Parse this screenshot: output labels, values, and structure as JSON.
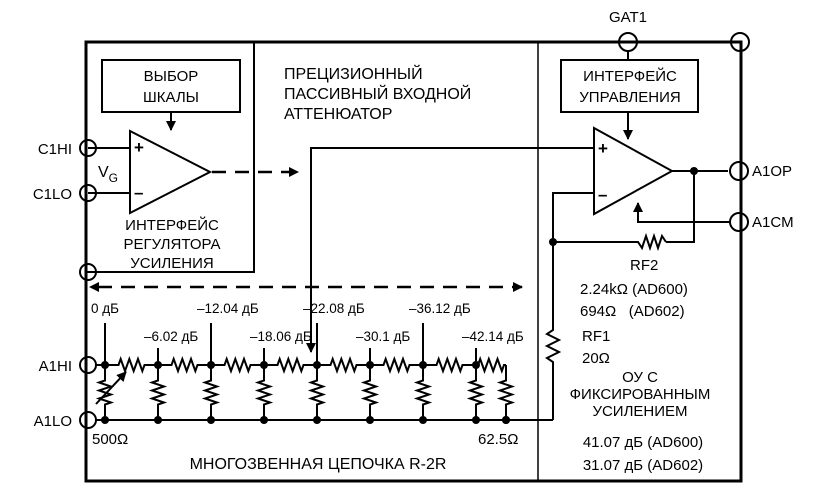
{
  "pins": {
    "gat1": "GAT1",
    "c1hi": "C1HI",
    "c1lo": "C1LO",
    "a1hi": "A1HI",
    "a1lo": "A1LO",
    "a1op": "A1OP",
    "a1cm": "A1CM"
  },
  "blocks": {
    "scale_select": [
      "ВЫБОР",
      "ШКАЛЫ"
    ],
    "attenuator_title": [
      "ПРЕЦИЗИОННЫЙ",
      "ПАССИВНЫЙ ВХОДНОЙ",
      "АТТЕНЮАТОР"
    ],
    "control_interface": [
      "ИНТЕРФЕЙС",
      "УПРАВЛЕНИЯ"
    ],
    "gain_interface": [
      "ИНТЕРФЕЙС",
      "РЕГУЛЯТОРА",
      "УСИЛЕНИЯ"
    ],
    "fixed_gain_amp": [
      "ОУ С",
      "ФИКСИРОВАННЫМ",
      "УСИЛЕНИЕМ"
    ]
  },
  "vg": {
    "main": "V",
    "sub": "G"
  },
  "op_signs": {
    "plus": "+",
    "minus": "–"
  },
  "taps": [
    {
      "label": "0 дБ"
    },
    {
      "label": "–6.02 дБ"
    },
    {
      "label": "–12.04 дБ"
    },
    {
      "label": "–18.06 дБ"
    },
    {
      "label": "–22.08 дБ"
    },
    {
      "label": "–30.1 дБ"
    },
    {
      "label": "–36.12 дБ"
    },
    {
      "label": "–42.14 дБ"
    }
  ],
  "ladder": {
    "left_res": "500Ω",
    "right_res": "62.5Ω",
    "caption": "МНОГОЗВЕННАЯ ЦЕПОЧКА R-2R"
  },
  "feedback": {
    "rf2": "RF2",
    "rf2_val1": "2.24kΩ (AD600)",
    "rf2_val2": "694Ω   (AD602)",
    "rf1": "RF1",
    "rf1_val": "20Ω"
  },
  "gains": {
    "ad600": "41.07 дБ (AD600)",
    "ad602": "31.07 дБ (AD602)"
  }
}
